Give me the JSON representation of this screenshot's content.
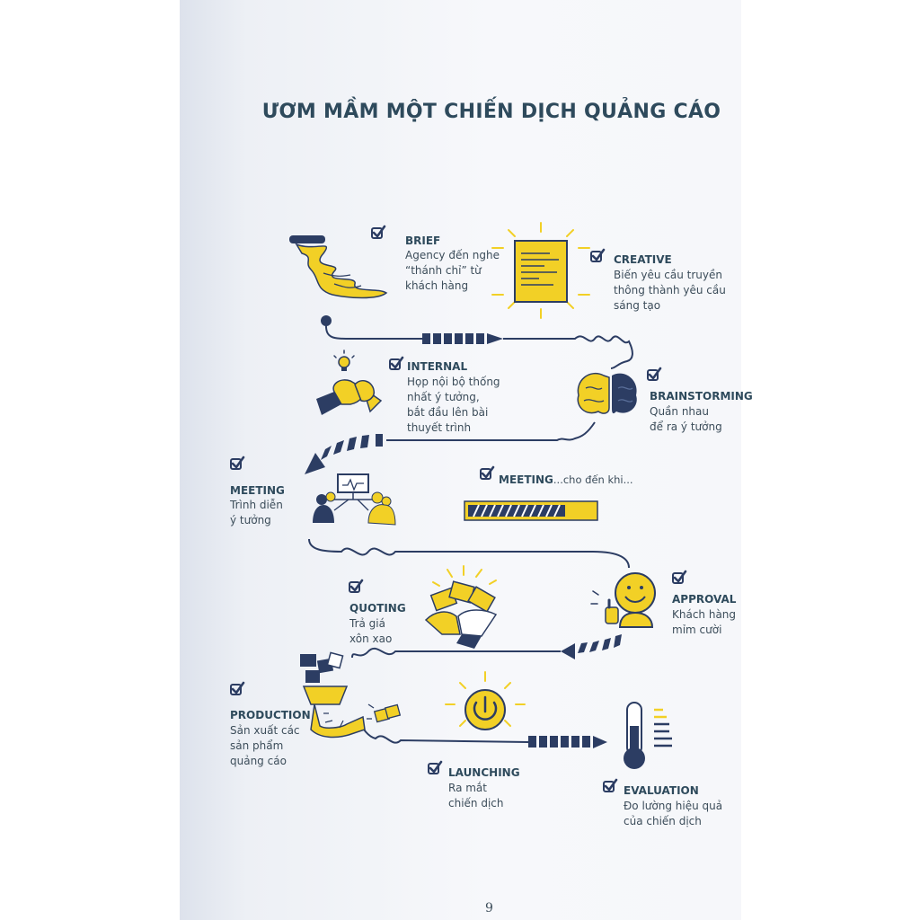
{
  "title": "ƯƠM MẦM MỘT CHIẾN DỊCH QUẢNG CÁO",
  "page_number": "9",
  "colors": {
    "navy": "#2c3d63",
    "yellow": "#f2d026",
    "text": "#2e4a5c",
    "mustard": "#c5a21a"
  },
  "steps": {
    "brief": {
      "title": "BRIEF",
      "lines": [
        "Agency đến nghe",
        "“thánh chỉ” từ",
        "khách hàng"
      ]
    },
    "creative": {
      "title": "CREATIVE",
      "lines": [
        "Biến yêu cầu truyền",
        "thông thành yêu cầu",
        "sáng tạo"
      ]
    },
    "internal": {
      "title": "INTERNAL",
      "lines": [
        "Họp nội bộ thống",
        "nhất ý tưởng,",
        "bắt đầu lên bài",
        "thuyết trình"
      ]
    },
    "brainstorming": {
      "title": "BRAINSTORMING",
      "lines": [
        "Quần nhau",
        "để ra ý tưởng"
      ]
    },
    "meeting1": {
      "title": "MEETING",
      "lines": [
        "Trình diễn",
        "ý tưởng"
      ]
    },
    "meeting2": {
      "title": "MEETING",
      "suffix": "...cho đến khi..."
    },
    "approval": {
      "title": "APPROVAL",
      "lines": [
        "Khách hàng",
        "mỉm cười"
      ]
    },
    "quoting": {
      "title": "QUOTING",
      "lines": [
        "Trả giá",
        "xôn xao"
      ]
    },
    "production": {
      "title": "PRODUCTION",
      "lines": [
        "Sản xuất các",
        "sản phẩm",
        "quảng cáo"
      ]
    },
    "launching": {
      "title": "LAUNCHING",
      "lines": [
        "Ra mắt",
        "chiến dịch"
      ]
    },
    "evaluation": {
      "title": "EVALUATION",
      "lines": [
        "Đo lường hiệu quả",
        "của chiến dịch"
      ]
    }
  },
  "icons": [
    "check-icon",
    "scroll-icon",
    "document-icon",
    "fist-bump-icon",
    "brain-icon",
    "presentation-icon",
    "progress-bar-icon",
    "smiley-thumbs-up-icon",
    "money-hands-icon",
    "production-machine-icon",
    "power-button-icon",
    "thermometer-icon"
  ]
}
